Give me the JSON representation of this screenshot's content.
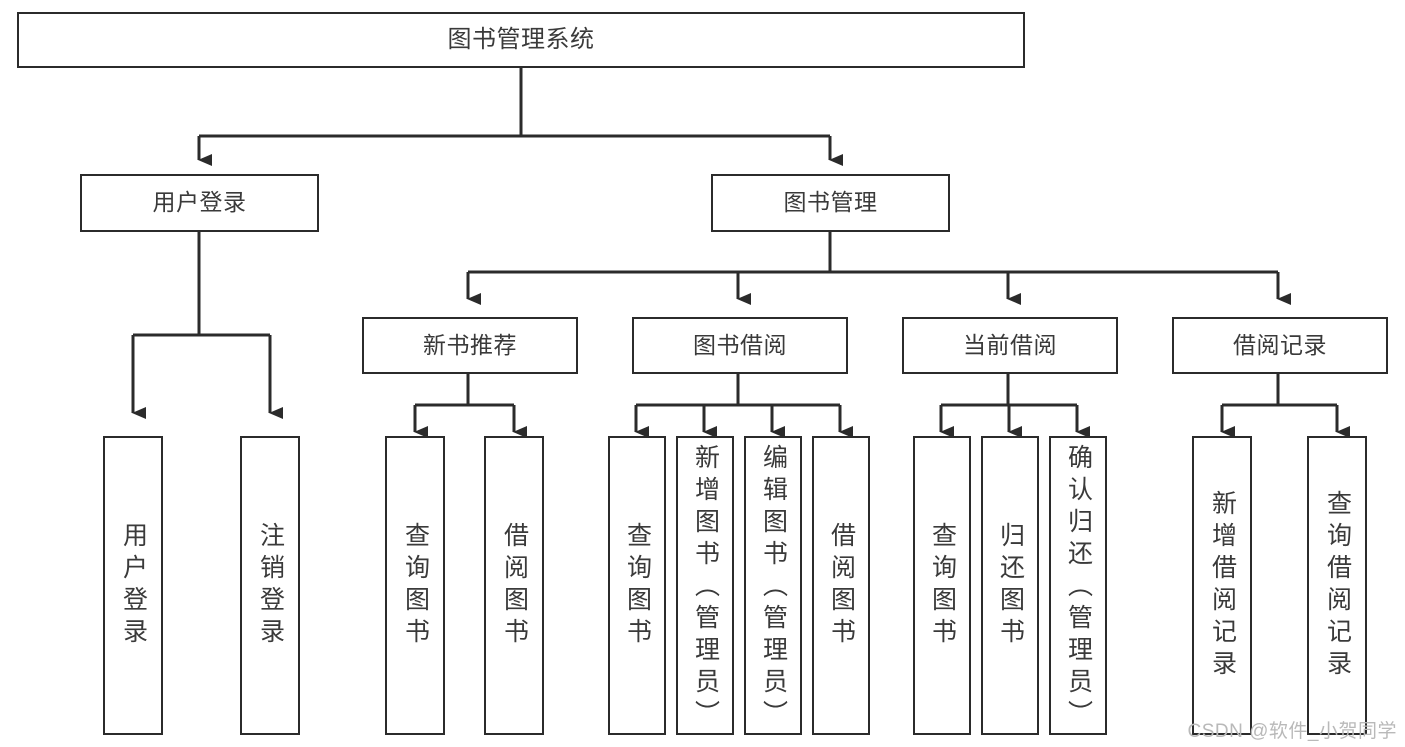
{
  "diagram": {
    "title": "图书管理系统",
    "type": "tree-hierarchy",
    "watermark": "CSDN @软件_小贺同学",
    "colors": {
      "box_border": "#2b2b2b",
      "box_fill": "#ffffff",
      "text": "#3a3a3a",
      "edge": "#2b2b2b",
      "watermark": "#b9b9b9",
      "background": "#ffffff"
    },
    "levels": {
      "root": {
        "label": "图书管理系统"
      },
      "level2": [
        {
          "label": "用户登录"
        },
        {
          "label": "图书管理"
        }
      ],
      "level3": [
        {
          "label": "新书推荐"
        },
        {
          "label": "图书借阅"
        },
        {
          "label": "当前借阅"
        },
        {
          "label": "借阅记录"
        }
      ],
      "leaves": [
        {
          "label": "用户登录",
          "parent": "用户登录"
        },
        {
          "label": "注销登录",
          "parent": "用户登录"
        },
        {
          "label": "查询图书",
          "parent": "新书推荐"
        },
        {
          "label": "借阅图书",
          "parent": "新书推荐"
        },
        {
          "label": "查询图书",
          "parent": "图书借阅"
        },
        {
          "label": "新增图书（管理员）",
          "parent": "图书借阅"
        },
        {
          "label": "编辑图书（管理员）",
          "parent": "图书借阅"
        },
        {
          "label": "借阅图书",
          "parent": "图书借阅"
        },
        {
          "label": "查询图书",
          "parent": "当前借阅"
        },
        {
          "label": "归还图书",
          "parent": "当前借阅"
        },
        {
          "label": "确认归还（管理员）",
          "parent": "当前借阅"
        },
        {
          "label": "新增借阅记录",
          "parent": "借阅记录"
        },
        {
          "label": "查询借阅记录",
          "parent": "借阅记录"
        }
      ]
    }
  }
}
